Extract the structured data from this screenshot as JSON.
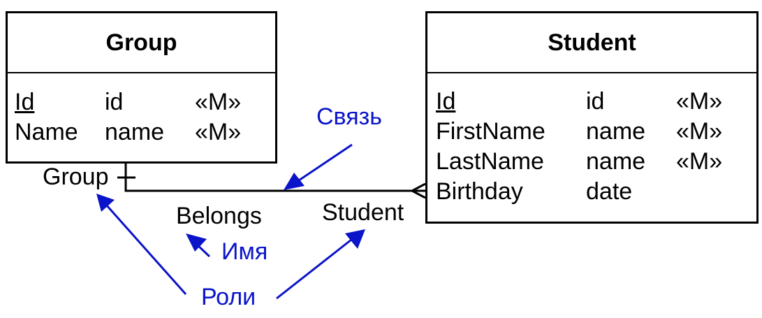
{
  "entities": {
    "group": {
      "name": "Group",
      "attributes": [
        {
          "name": "Id",
          "type": "id",
          "stereotype": "«M»",
          "key": true
        },
        {
          "name": "Name",
          "type": "name",
          "stereotype": "«M»",
          "key": false
        }
      ]
    },
    "student": {
      "name": "Student",
      "attributes": [
        {
          "name": "Id",
          "type": "id",
          "stereotype": "«M»",
          "key": true
        },
        {
          "name": "FirstName",
          "type": "name",
          "stereotype": "«M»",
          "key": false
        },
        {
          "name": "LastName",
          "type": "name",
          "stereotype": "«M»",
          "key": false
        },
        {
          "name": "Birthday",
          "type": "date",
          "stereotype": "",
          "key": false
        }
      ]
    }
  },
  "relationship": {
    "name": "Belongs",
    "role_group": "Group",
    "role_student": "Student"
  },
  "annotations": {
    "link": "Связь",
    "name": "Имя",
    "roles": "Роли"
  },
  "colors": {
    "annotation": "#0a14c8",
    "line": "#000000"
  }
}
